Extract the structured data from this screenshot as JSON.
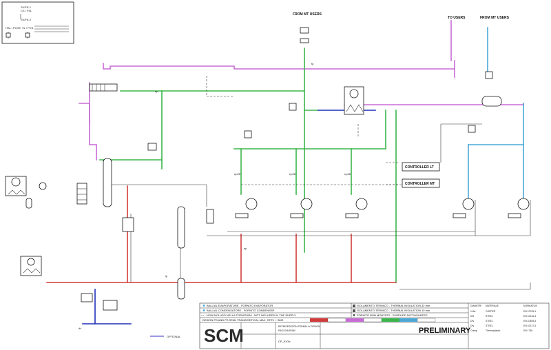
{
  "colors": {
    "liquid": "#d23a3a",
    "suction": "#39b54a",
    "discharge": "#c86ad6",
    "water": "#4aa8d8",
    "gas_blue": "#1f2fb5",
    "line": "#222222",
    "dashed": "#333333"
  },
  "labels": {
    "to_users_1": "FROM MT USERS",
    "to_users_2": "TO USERS",
    "to_users_3": "FROM MT USERS",
    "controller_lt": "CONTROLLER LT",
    "controller_mt": "CONTROLLER MT",
    "optional": "OPTIONAL",
    "preliminary": "PRELIMINARY",
    "logo": "SCM",
    "ep28_1": "ep28",
    "ep28_2": "ep28",
    "ep28_3": "ep28",
    "ep": "ep",
    "ep22": "ep",
    "fp": "fp",
    "ip": "ip",
    "dc": "dc"
  },
  "legend": {
    "top_left_title_1": "SV/FE-1",
    "top_left_title_2": "CS / FSL",
    "top_left_title_3": "SV/FE-2",
    "top_left_item_1": "HSL / PCHE",
    "top_left_item_2": "VL / PCS"
  },
  "title_block": {
    "row1_left": "BALLIAL EVAPORATORE - FORNITO EVAPORATOR",
    "row2_left": "BALLIAL CONDENSATORE - FORNITO CONDENSER",
    "row3_left": "NON INCLUSO NELLA FORNITURA - NOT INCLUDED IN THE SUPPLY",
    "row4_left": "DESIGN PS AND PS STAN TRANSCRITICAL MAX, STEV + SME",
    "row1_right": "ISOLAMENTO TERMICO - THERMAL INSULATION 32 mm",
    "row2_right": "ISOLAMENTO TERMICO - THERMAL INSULATION 19 mm",
    "row3_right": "FORNITO NON MONTATO - SUPPLIED NOT MOUNTED",
    "material_header_1": "DIAMETRI",
    "material_header_2": "MATERIALE",
    "material_header_3": "NORMATIVA",
    "materials": [
      {
        "size": "1/4in",
        "mat": "COPPER",
        "norm": "EN 12735-1"
      },
      {
        "size": "DN",
        "mat": "STEEL",
        "norm": "EN 10216-4"
      },
      {
        "size": "DN",
        "mat": "STEEL",
        "norm": "EN 10305-4"
      },
      {
        "size": "DN",
        "mat": "STEEL",
        "norm": "EN 10217-4"
      },
      {
        "size": "Clamp",
        "mat": "Thermoplastic",
        "norm": "EN 1736"
      }
    ],
    "drawing_title_1": "REFRIGERATION FORMALLY DESIGN",
    "drawing_title_2": "P&ID DIAGRAM",
    "drawing_code": "CP_51Ge"
  }
}
